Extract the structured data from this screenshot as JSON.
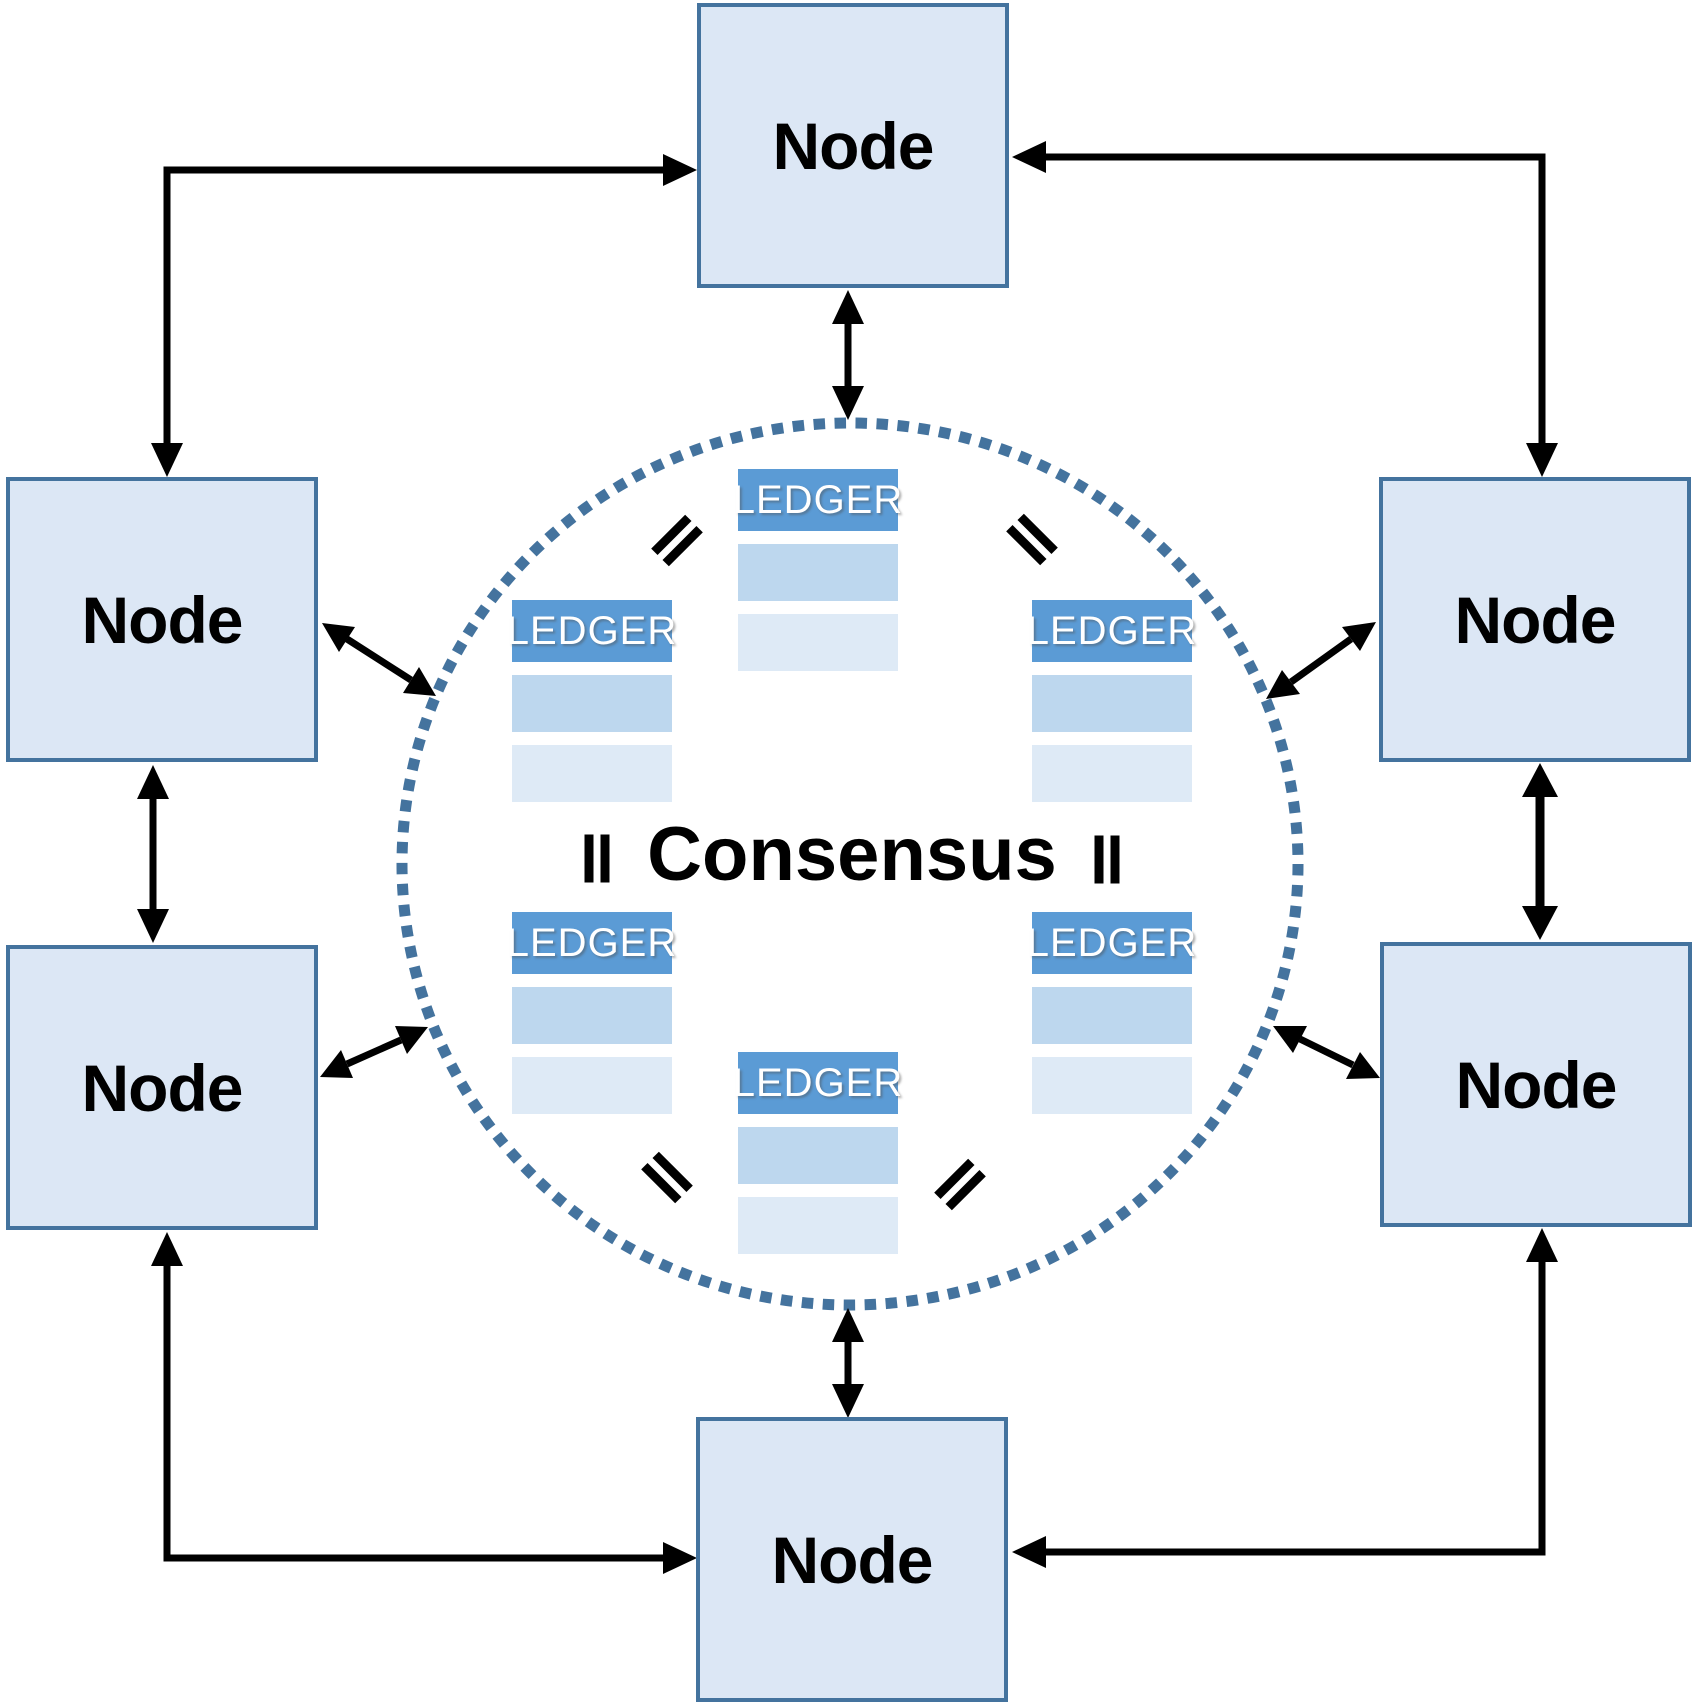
{
  "nodes": {
    "top": "Node",
    "upper_left": "Node",
    "upper_right": "Node",
    "lower_left": "Node",
    "lower_right": "Node",
    "bottom": "Node"
  },
  "consensus_label": "Consensus",
  "ledgers": {
    "top": "LEDGER",
    "mid_left": "LEDGER",
    "mid_right": "LEDGER",
    "lower_left": "LEDGER",
    "lower_right": "LEDGER",
    "bottom": "LEDGER"
  },
  "icons": {
    "equals_mark": "=",
    "double_arrow": "↔"
  },
  "colors": {
    "node_fill": "#dce7f5",
    "node_border": "#44739e",
    "ledger_header": "#5b9bd5",
    "ledger_row_medium": "#bdd7ee",
    "ledger_row_light": "#deeaf6",
    "dotted_circle": "#44739e",
    "arrow": "#000000",
    "ledger_text": "#ffffff",
    "label_text": "#000000"
  }
}
